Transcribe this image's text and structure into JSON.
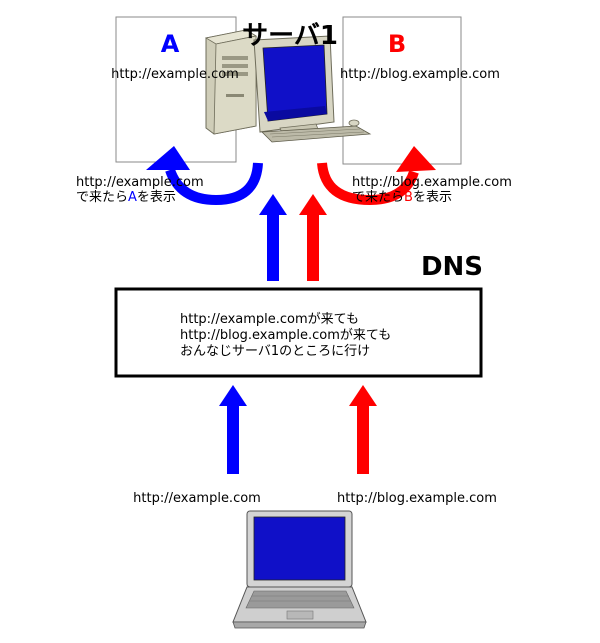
{
  "server": {
    "title": "サーバ1",
    "site_a": {
      "letter": "A",
      "url": "http://example.com"
    },
    "site_b": {
      "letter": "B",
      "url": "http://blog.example.com"
    },
    "note_a": {
      "line1": "http://example.com",
      "line2_prefix": "で来たら",
      "line2_letter": "A",
      "line2_suffix": "を表示"
    },
    "note_b": {
      "line1": "http://blog.example.com",
      "line2_prefix": "で来たら",
      "line2_letter": "B",
      "line2_suffix": "を表示"
    }
  },
  "dns": {
    "title": "DNS",
    "lines": [
      "http://example.comが来ても",
      "http://blog.example.comが来ても",
      "おんなじサーバ1のところに行け"
    ]
  },
  "client": {
    "url_a": "http://example.com",
    "url_b": "http://blog.example.com"
  },
  "colors": {
    "blue": "#0000ff",
    "red": "#ff0000",
    "screen": "#1010c8",
    "case": "#d8d6c4",
    "box_border": "#000000",
    "panel_border": "#888888"
  },
  "icons": [
    "desktop-computer-icon",
    "laptop-icon",
    "arrow-up-icon",
    "curved-arrow-icon"
  ]
}
